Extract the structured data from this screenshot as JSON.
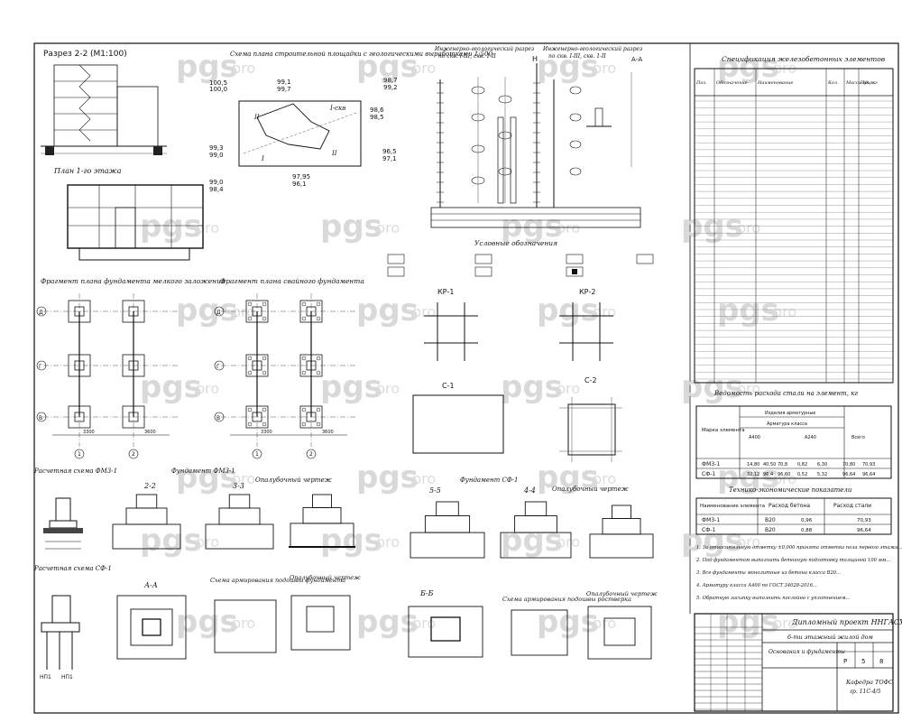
{
  "watermark": {
    "brand": "pgs",
    "suffix": "pro"
  },
  "section": {
    "title": "Разрез 2-2",
    "scale": "(М1:100)"
  },
  "site_plan": {
    "title": "Схема плана строительной площадки с геологическими выработками 1:500",
    "marks": [
      "100,5",
      "100,0",
      "99,1",
      "99,7",
      "98,7",
      "99,2",
      "98,6",
      "98,5",
      "99,3",
      "99,0",
      "96,5",
      "97,1",
      "97,95",
      "96,1",
      "99,0",
      "98,4"
    ],
    "labels": [
      "I-скв",
      "II",
      "I",
      "II"
    ]
  },
  "floor_plan": {
    "title": "План 1-го этажа"
  },
  "geo_sections": {
    "left_title": "Инженерно-геологический разрез",
    "left_sub": "по скв. I-III, скв. 1-II",
    "right_title": "Инженерно-геологический разрез",
    "right_sub": "по скв. I-III, скв. 1-II",
    "marker_h": "Н",
    "marker_aa": "А-А"
  },
  "legend": {
    "title": "Условные обозначения"
  },
  "fragments": {
    "left_title": "Фрагмент плана фундамента мелкого заложения",
    "right_title": "Фрагмент плана свайного фундамента",
    "axes_left": [
      "Д",
      "Г",
      "В"
    ],
    "axes_right": [
      "Д",
      "Г",
      "В"
    ],
    "axes_bottom": [
      "1",
      "2"
    ],
    "dims": [
      "3300",
      "3300",
      "3600",
      "3600"
    ]
  },
  "kr": {
    "kr1": "КР-1",
    "kr2": "КР-2",
    "s1": "С-1",
    "s2": "С-2"
  },
  "foundations": {
    "calc_scheme_1": "Расчетная схема ФМ3-1",
    "calc_scheme_2": "Расчетная схема СФ-1",
    "fm": "Фундамент ФМ3-1",
    "sf": "Фундамент СФ-1",
    "formwork_1": "Опалубочный чертеж",
    "formwork_2": "Опалубочный чертеж",
    "formwork_3": "Опалубочный чертеж",
    "formwork_4": "Опалубочный чертеж",
    "cut_22": "2-2",
    "cut_33": "3-3",
    "cut_55": "5-5",
    "cut_44": "4-4",
    "cut_aa": "А-А",
    "cut_bb": "Б-Б",
    "rebar_1": "Схема армирования подошвы фундамента",
    "rebar_2": "Схема армирования подошвы ростверка",
    "pile_labels": [
      "НП1",
      "НП1"
    ]
  },
  "spec": {
    "title": "Спецификация железобетонных элементов",
    "headers": [
      "Поз.",
      "Обозначение",
      "Наименование",
      "Кол.",
      "Масса ед., кг",
      "Прим."
    ]
  },
  "steel": {
    "title": "Ведомость расхода стали на элемент, кг",
    "head_items": [
      "Марка элемента",
      "Изделия арматурные",
      "Арматура класса",
      "А400",
      "А240",
      "Всего"
    ],
    "rows": [
      {
        "mark": "ФМ3-1",
        "v": [
          "14,80",
          "40,50",
          "70,8",
          "0,82",
          "6,30",
          "70,80",
          "70,93"
        ]
      },
      {
        "mark": "СФ-1",
        "v": [
          "32,12",
          "96,4",
          "96,60",
          "0,52",
          "5,32",
          "96,64",
          "96,64"
        ]
      }
    ]
  },
  "tech": {
    "title": "Технико-экономические показатели",
    "headers": [
      "Наименование элемента",
      "Расход бетона",
      "Расход стали"
    ],
    "rows": [
      {
        "name": "ФМ3-1",
        "cls": "В20",
        "v1": "0,96",
        "v2": "70,93"
      },
      {
        "name": "СФ-1",
        "cls": "В20",
        "v1": "0,88",
        "v2": "96,64"
      }
    ]
  },
  "notes": [
    "1. За относительную отметку ±0,000 принята отметка пола первого этажа...",
    "2. Под фундаментом выполнить бетонную подготовку толщиной 100 мм...",
    "3. Все фундаменты монолитные из бетона класса В20...",
    "4. Арматуру класса А400 по ГОСТ 34028-2016...",
    "5. Обратную засыпку выполнить послойно с уплотнением..."
  ],
  "stamp": {
    "project": "Дипломный проект ННГАСУ",
    "building": "6-ти этажный жилой дом",
    "sheet_title": "Основания и фундаменты",
    "stage": "Р",
    "sheet": "5",
    "sheets": "8",
    "org": "Кафедра ТОФС",
    "group": "гр. 11С-4/5"
  }
}
